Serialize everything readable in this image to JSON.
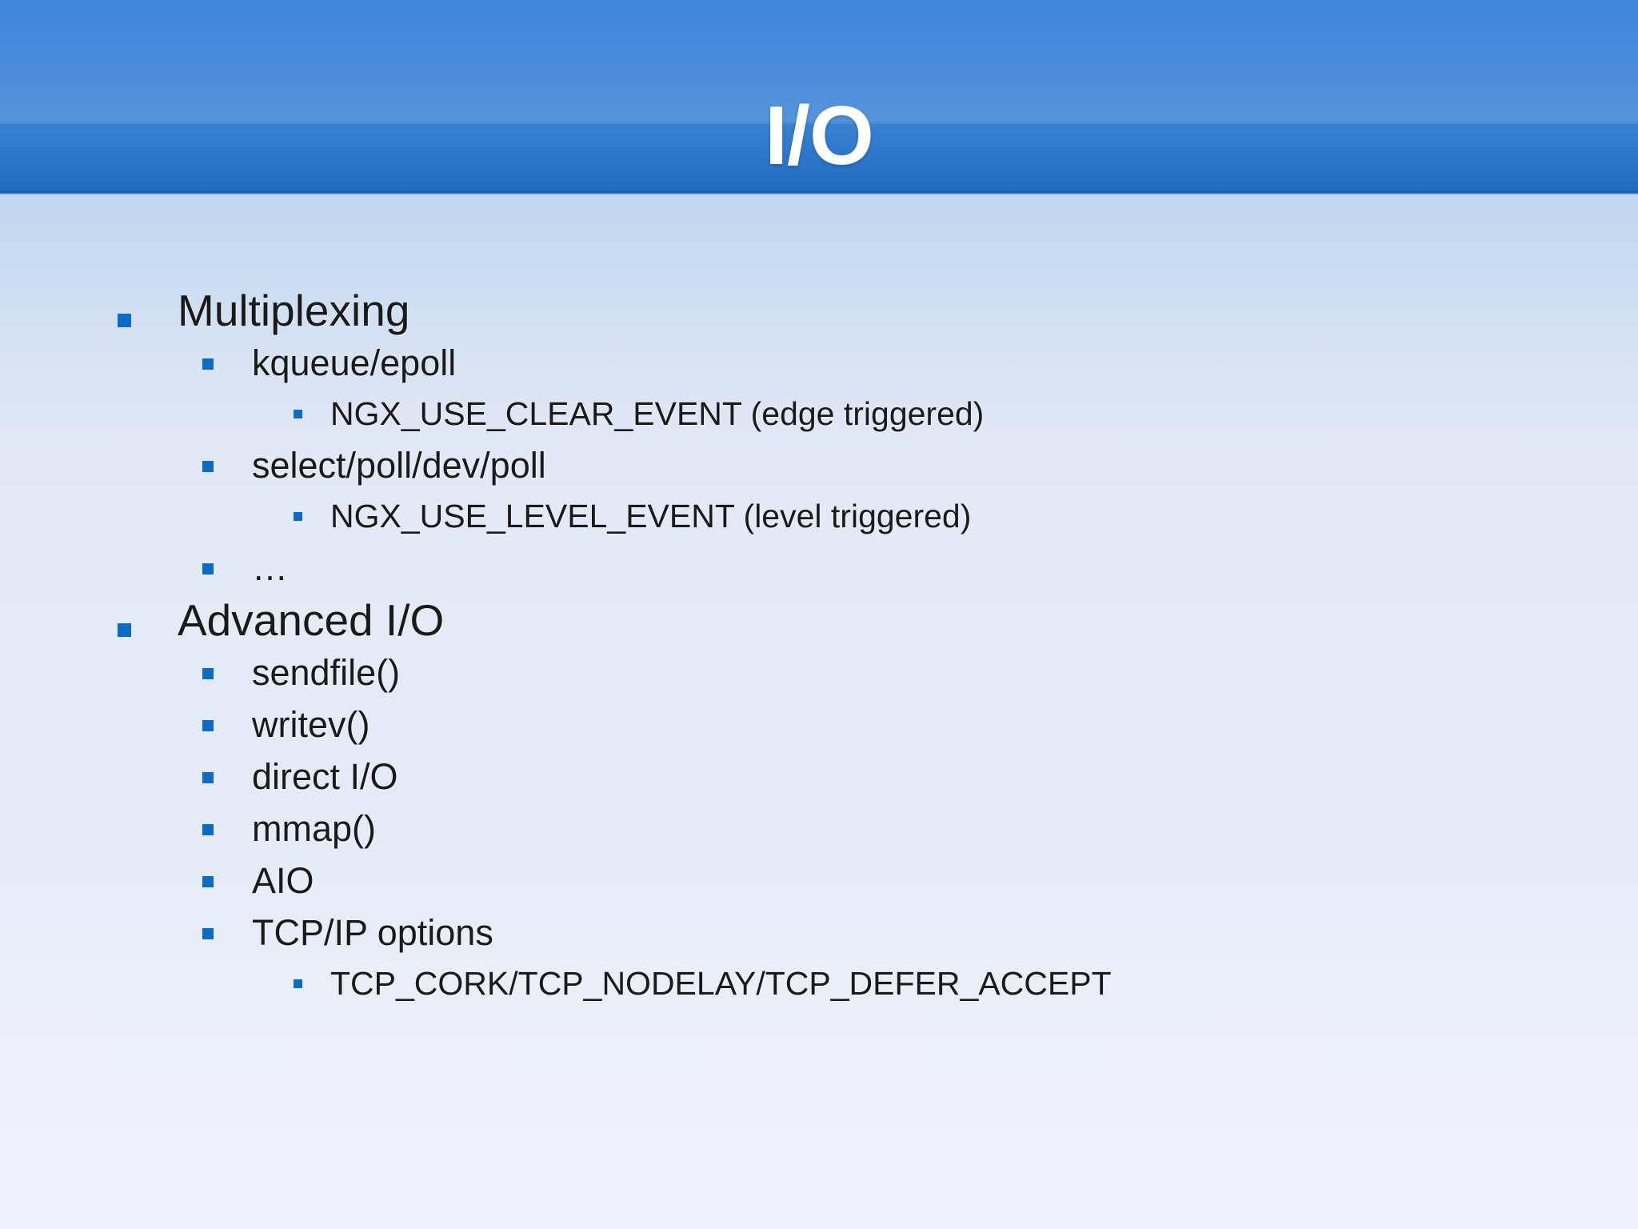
{
  "slide": {
    "title": "I/O",
    "accent_color": "#0b6cc8",
    "title_band_color": "#2e78cb",
    "header_color": "#4a8bdb",
    "text_color": "#1a1a1a",
    "background_top_color": "#b4cded",
    "background_bottom_color": "#f0f3fc"
  },
  "content": {
    "items": [
      {
        "level": 1,
        "text": "Multiplexing"
      },
      {
        "level": 2,
        "text": "kqueue/epoll"
      },
      {
        "level": 3,
        "text": "NGX_USE_CLEAR_EVENT (edge triggered)"
      },
      {
        "level": 2,
        "text": "select/poll/dev/poll"
      },
      {
        "level": 3,
        "text": "NGX_USE_LEVEL_EVENT (level triggered)"
      },
      {
        "level": 2,
        "text": "…"
      },
      {
        "level": 1,
        "text": "Advanced I/O"
      },
      {
        "level": 2,
        "text": "sendfile()"
      },
      {
        "level": 2,
        "text": "writev()"
      },
      {
        "level": 2,
        "text": "direct I/O"
      },
      {
        "level": 2,
        "text": "mmap()"
      },
      {
        "level": 2,
        "text": "AIO"
      },
      {
        "level": 2,
        "text": "TCP/IP options"
      },
      {
        "level": 3,
        "text": "TCP_CORK/TCP_NODELAY/TCP_DEFER_ACCEPT"
      }
    ]
  }
}
